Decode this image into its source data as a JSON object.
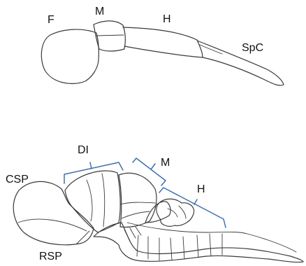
{
  "top_labels": {
    "forebrain": "F",
    "midbrain": "M",
    "hindbrain": "H",
    "spinal_cord": "SpC"
  },
  "bottom_labels": {
    "caudal_secondary_prosencephalon": "CSP",
    "diencephalon": "DI",
    "midbrain": "M",
    "hindbrain": "H",
    "rostral_secondary_prosencephalon": "RSP"
  },
  "colors": {
    "outline": "#3a3a3a",
    "bracket": "#3f6fb0",
    "label": "#111111"
  }
}
